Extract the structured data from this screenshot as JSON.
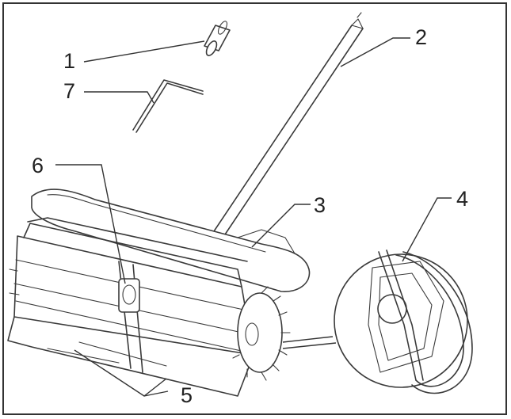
{
  "diagram": {
    "callouts": [
      {
        "id": "1",
        "label": "1"
      },
      {
        "id": "2",
        "label": "2"
      },
      {
        "id": "3",
        "label": "3"
      },
      {
        "id": "4",
        "label": "4"
      },
      {
        "id": "5",
        "label": "5"
      },
      {
        "id": "6",
        "label": "6"
      },
      {
        "id": "7",
        "label": "7"
      }
    ],
    "colors": {
      "line": "#3a3a3a",
      "border": "#333333",
      "background": "#ffffff"
    }
  }
}
